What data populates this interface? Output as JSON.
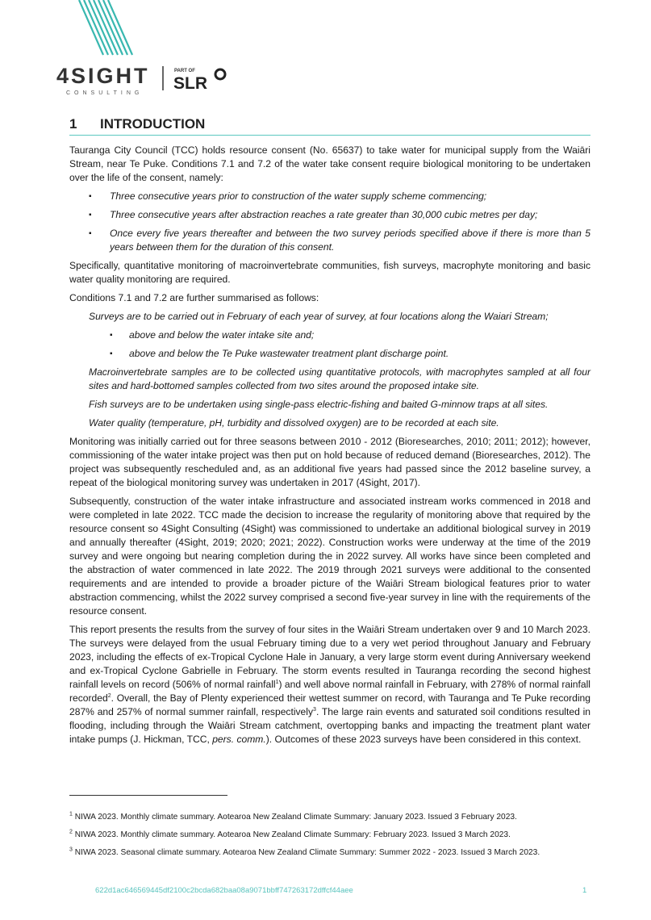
{
  "logo": {
    "brand": "4SIGHT",
    "tagline": "CONSULTING",
    "part_of": "PART OF",
    "parent": "SLR",
    "accent": "#39b8b0"
  },
  "heading": {
    "number": "1",
    "title": "INTRODUCTION"
  },
  "body": {
    "p1": "Tauranga City Council (TCC) holds resource consent (No. 65637) to take water for municipal supply from the Waiāri Stream, near Te Puke. Conditions 7.1 and 7.2 of the water take consent require biological monitoring to be undertaken over the life of the consent, namely:",
    "bullets": [
      "Three consecutive years prior to construction of the water supply scheme commencing;",
      "Three consecutive years after abstraction reaches a rate greater than 30,000 cubic metres per day;",
      "Once every five years thereafter and between the two survey periods specified above if there is more than 5 years between them for the duration of this consent."
    ],
    "p2": "Specifically, quantitative monitoring of macroinvertebrate communities, fish surveys, macrophyte monitoring and basic water quality monitoring are required.",
    "p3": "Conditions 7.1 and 7.2 are further summarised as follows:",
    "q1": "Surveys are to be carried out in February of each year of survey, at four locations along the Waiari Stream;",
    "sub_bullets": [
      "above and below the water intake site and;",
      "above and below the Te Puke wastewater treatment plant discharge point."
    ],
    "q2": "Macroinvertebrate samples are to be collected using quantitative protocols, with macrophytes sampled at all four sites and hard-bottomed samples collected from two sites around the proposed intake site.",
    "q3": "Fish surveys are to be undertaken using single-pass electric-fishing and baited G-minnow traps at all sites.",
    "q4": "Water quality (temperature, pH, turbidity and dissolved oxygen) are to be recorded at each site.",
    "p4": "Monitoring was initially carried out for three seasons between 2010 - 2012 (Bioresearches, 2010; 2011; 2012); however, commissioning of the water intake project was then put on hold because of reduced demand (Bioresearches, 2012). The project was subsequently rescheduled and, as an additional five years had passed since the 2012 baseline survey, a repeat of the biological monitoring survey was undertaken in 2017 (4Sight, 2017).",
    "p5": "Subsequently, construction of the water intake infrastructure and associated instream works commenced in 2018 and were completed in late 2022. TCC made the decision to increase the regularity of monitoring above that required by the resource consent so 4Sight Consulting (4Sight) was commissioned to undertake an additional biological survey in 2019 and annually thereafter (4Sight, 2019; 2020; 2021; 2022). Construction works were underway at the time of the 2019 survey and were ongoing but nearing completion during the in 2022 survey. All works have since been completed and the abstraction of water commenced in late 2022. The 2019 through 2021 surveys were additional to the consented requirements and are intended to provide a broader picture of the Waiāri Stream biological features prior to water abstraction commencing, whilst the 2022 survey comprised a second five-year survey in line with the requirements of the resource consent.",
    "p6a": "This report presents the results from the survey of four sites in the Waiāri Stream undertaken over 9 and 10 March 2023. The surveys were delayed from the usual February timing due to a very wet period throughout January and February 2023, including the effects of ex-Tropical Cyclone Hale in January, a very large storm event during Anniversary weekend and ex-Tropical Cyclone Gabrielle in February. The storm events resulted in Tauranga recording the second highest rainfall levels on record (506% of normal rainfall",
    "sup1": "1",
    "p6b": ") and well above normal rainfall in February, with 278% of normal rainfall recorded",
    "sup2": "2",
    "p6c": ". Overall, the Bay of Plenty experienced their wettest summer on record, with Tauranga and Te Puke recording 287% and 257% of normal summer rainfall, respectively",
    "sup3": "3",
    "p6d": ". The large rain events and saturated soil conditions resulted in flooding, including through the Waiāri Stream catchment, overtopping banks and impacting the treatment plant water intake pumps (J. Hickman, TCC, ",
    "p6e": "pers. comm.",
    "p6f": "). Outcomes of these 2023 surveys have been considered in this context."
  },
  "footnotes": [
    {
      "mark": "1",
      "text": "NIWA 2023. Monthly climate summary. Aotearoa New Zealand Climate Summary: January 2023. Issued 3 February 2023."
    },
    {
      "mark": "2",
      "text": "NIWA 2023. Monthly climate summary. Aotearoa New Zealand Climate Summary: February 2023. Issued 3 March 2023."
    },
    {
      "mark": "3",
      "text": "NIWA 2023. Seasonal climate summary. Aotearoa New Zealand Climate Summary: Summer 2022 - 2023. Issued 3 March 2023."
    }
  ],
  "footer": {
    "doc_id": "622d1ac646569445df2100c2bcda682baa08a9071bbff747263172dffcf44aee",
    "page": "1"
  }
}
